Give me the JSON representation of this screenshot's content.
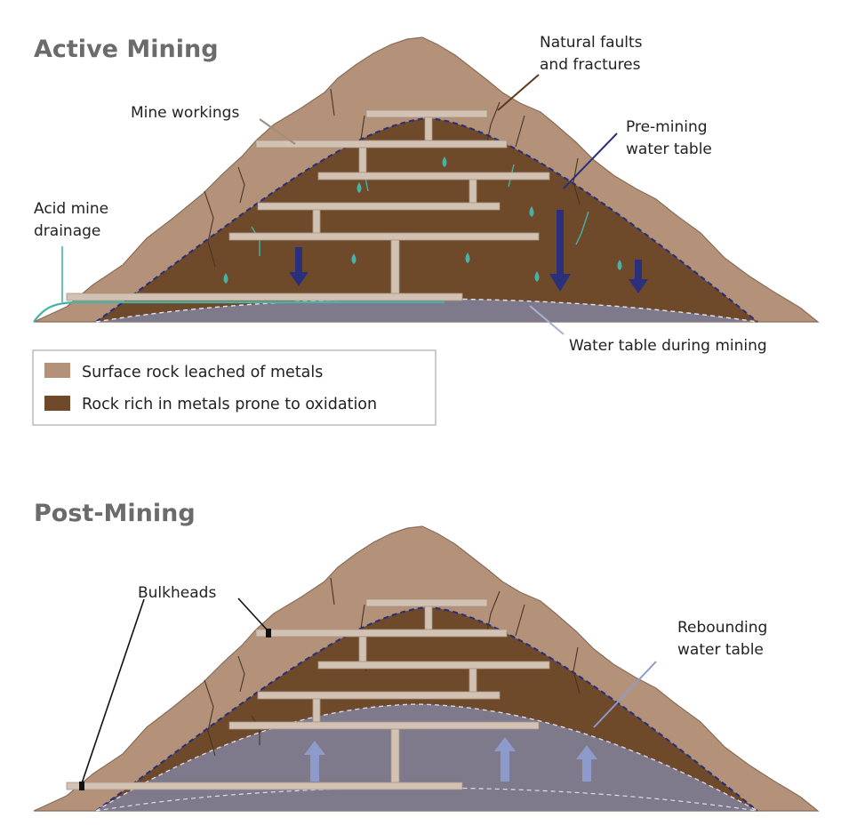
{
  "colors": {
    "surface_rock": "#b4927a",
    "metal_rock": "#6e4a2b",
    "water": "#7e7a8c",
    "workings": "#d2c2b3",
    "pre_mining_line": "#2a317a",
    "drainage": "#45b3a6",
    "arrow_down": "#2a317a",
    "arrow_up": "#8c9bc9",
    "bulkhead": "#111111"
  },
  "icons": {
    "water_drop": "water-drop-icon",
    "arrow_down": "arrow-down-icon",
    "arrow_up": "arrow-up-icon"
  },
  "active": {
    "title": "Active Mining",
    "labels": {
      "faults_1": "Natural faults",
      "faults_2": "and fractures",
      "workings": "Mine workings",
      "pre_mining_1": "Pre-mining",
      "pre_mining_2": "water table",
      "acid_1": "Acid mine",
      "acid_2": "drainage",
      "during_mining": "Water table during mining"
    }
  },
  "legend": {
    "items": [
      {
        "label": "Surface rock leached of metals"
      },
      {
        "label": "Rock rich in metals prone to oxidation"
      }
    ]
  },
  "post": {
    "title": "Post-Mining",
    "labels": {
      "bulkheads": "Bulkheads",
      "rebound_1": "Rebounding",
      "rebound_2": "water table"
    }
  }
}
